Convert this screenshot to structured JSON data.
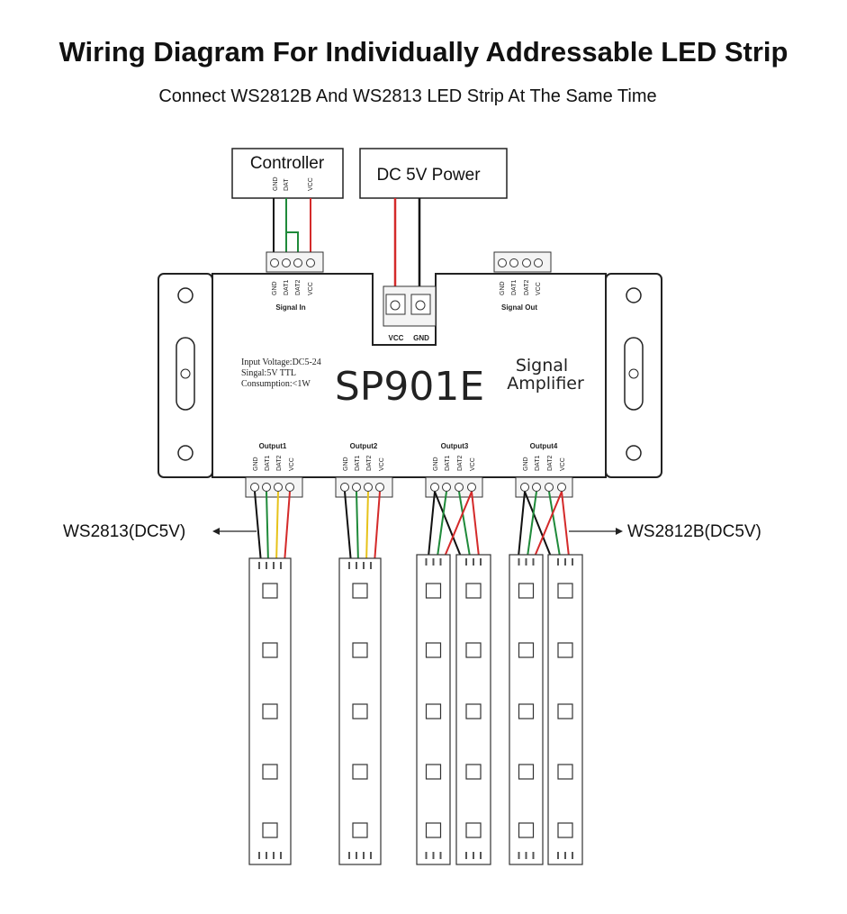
{
  "title": "Wiring Diagram For Individually Addressable LED Strip",
  "subtitle": "Connect WS2812B And WS2813 LED Strip At The Same Time",
  "controller": {
    "label": "Controller",
    "pins": [
      "GND",
      "DAT",
      "VCC"
    ]
  },
  "power": {
    "label": "DC 5V Power",
    "terminal_labels": [
      "VCC",
      "GND"
    ]
  },
  "device": {
    "model": "SP901E",
    "name_line1": "Signal",
    "name_line2": "Amplifier",
    "spec_voltage": "Input Voltage:DC5-24",
    "spec_signal": "Singal:5V TTL",
    "spec_consumption": "Consumption:<1W",
    "signal_in_label": "Signal In",
    "signal_out_label": "Signal Out",
    "port_pins": [
      "GND",
      "DAT1",
      "DAT2",
      "VCC"
    ],
    "outputs": [
      "Output1",
      "Output2",
      "Output3",
      "Output4"
    ]
  },
  "strips": {
    "left_label": "WS2813(DC5V)",
    "right_label": "WS2812B(DC5V)"
  },
  "colors": {
    "wire_red": "#d42a2a",
    "wire_green": "#1f8a3a",
    "wire_yellow": "#e7c21a",
    "wire_black": "#111111",
    "device_fill": "#ffffff",
    "outline": "#222222"
  }
}
